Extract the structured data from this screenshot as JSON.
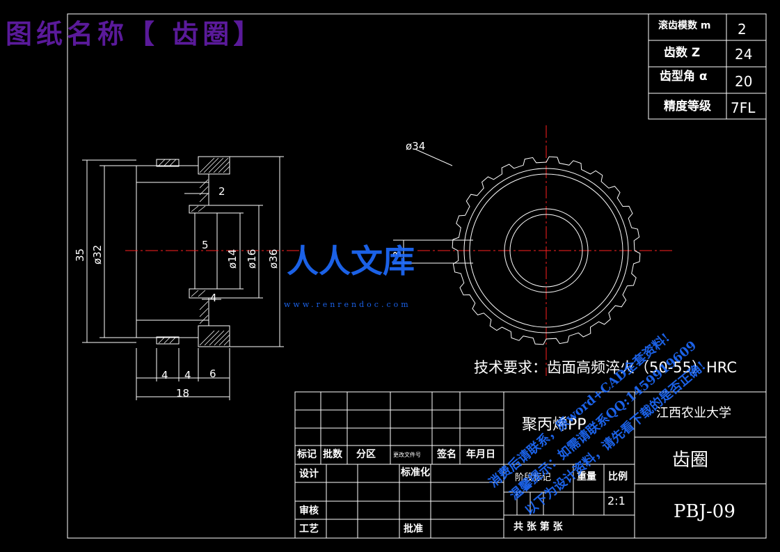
{
  "title": "图纸名称【 齿圈】",
  "params": [
    {
      "label": "滚齿模数 m",
      "value": "2"
    },
    {
      "label": "齿数  Z",
      "value": "24"
    },
    {
      "label": "齿型角 α",
      "value": "20"
    },
    {
      "label": "精度等级",
      "value": "7FL"
    }
  ],
  "dims": {
    "d35": "35",
    "d32": "ø32",
    "d2": "2",
    "d5": "5",
    "d14": "ø14",
    "d16": "ø16",
    "d36": "ø36",
    "d4a": "4",
    "d4b": "4",
    "d4c": "4",
    "d6": "6",
    "d18": "18",
    "d34": "ø34",
    "d3": "3"
  },
  "tech": "技术要求：齿面高频淬火（50-55）HRC",
  "titleblock": {
    "material": "聚丙烯PP",
    "school": "江西农业大学",
    "part": "齿圈",
    "code": "PBJ-09",
    "h_mark": "标记",
    "h_count": "批数",
    "h_zone": "分区",
    "h_doc": "更改文件号",
    "h_sign": "签名",
    "h_date": "年月日",
    "r_design": "设计",
    "r_std": "标准化",
    "r_stage": "阶段标记",
    "r_weight": "重量",
    "r_scale": "比例",
    "scale": "2:1",
    "r_check": "审核",
    "r_craft": "工艺",
    "r_approve": "批准",
    "sheets": "共   张   第   张"
  },
  "watermark": {
    "logo": "人人文库",
    "url": "www.renrendoc.com",
    "line1": "消费后请联系，原word+CAD全套资料!",
    "line2": "温馨提示：如需请联系QQ:1459919609",
    "line3": "以下为设计资料，请先看下载的是否正确!"
  },
  "colors": {
    "bg": "#000000",
    "line": "#ffffff",
    "center": "#ff2020",
    "hatch": "#ffffff",
    "title": "#5a1a9a",
    "wm": "#1e6cff"
  }
}
